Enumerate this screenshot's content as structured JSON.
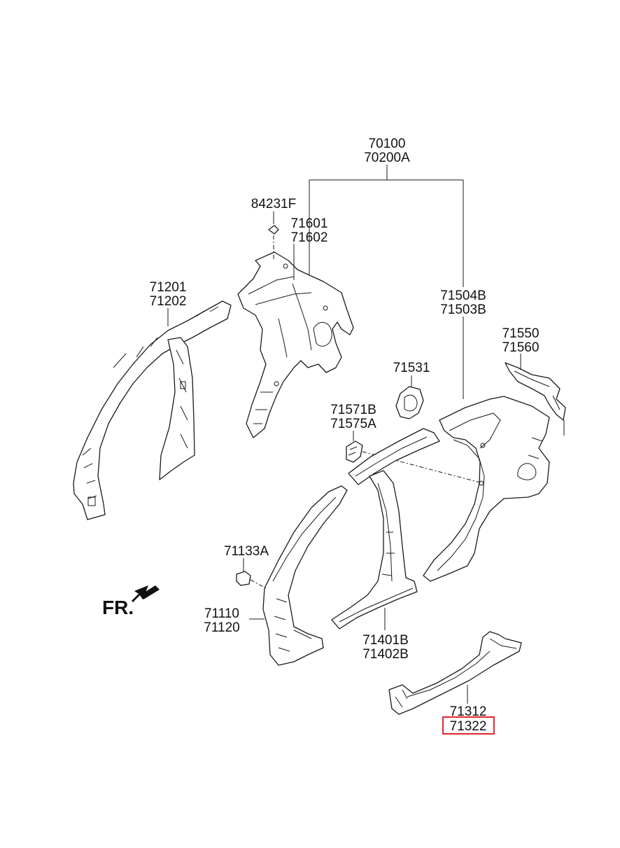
{
  "labels": {
    "assy_1": "70100",
    "assy_2": "70200A",
    "nut": "84231F",
    "inner_rear_1": "71601",
    "inner_rear_2": "71602",
    "roof_rail_1": "71201",
    "roof_rail_2": "71202",
    "quarter_1": "71504B",
    "quarter_2": "71503B",
    "extension_1": "71550",
    "extension_2": "71560",
    "fuel_housing": "71531",
    "bracket_1": "71571B",
    "bracket_2": "71575A",
    "clip": "71133A",
    "front_pillar_1": "71110",
    "front_pillar_2": "71120",
    "center_pillar_1": "71401B",
    "center_pillar_2": "71402B",
    "sill_1": "71312",
    "sill_2": "71322",
    "front_indicator": "FR."
  },
  "highlight": {
    "target": "sill_2",
    "color": "#e0282e"
  }
}
